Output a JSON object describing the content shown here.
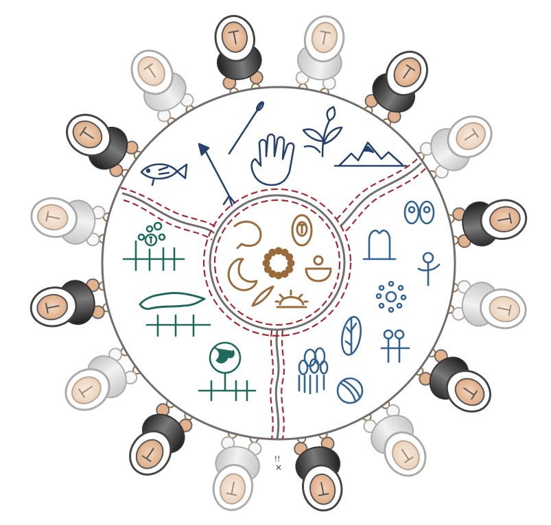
{
  "diagram": {
    "colors": {
      "outline": "#6e6e6e",
      "background": "#ffffff",
      "river_dash": "#a3282e",
      "navy": "#26436b",
      "teal": "#1f6a5d",
      "blue": "#2f6191",
      "copper": "#9a6a3a",
      "skin": "#e7b78f",
      "chain": "#9a6a3a",
      "dark_figure": "#3a3a3a",
      "light_figure": "#bdbdbd"
    },
    "figures": {
      "count": 16,
      "pattern": [
        "dark",
        "light",
        "dark",
        "light"
      ]
    },
    "sections": [
      {
        "id": "top",
        "icons": [
          "fish-icon",
          "arrow-icon",
          "needle-icon",
          "hand-icon",
          "plant-icon",
          "mountain-icon"
        ]
      },
      {
        "id": "left",
        "icons": [
          "family-tree-icon",
          "land-icon",
          "globe-icon"
        ]
      },
      {
        "id": "right",
        "icons": [
          "horseshoe-icon",
          "egg-pair-icon",
          "person-icon",
          "circle-family-icon",
          "feather-icon",
          "tree-pair-icon",
          "people-group-icon",
          "ball-icon"
        ]
      },
      {
        "id": "center",
        "icons": [
          "hook-icon",
          "egg-icon",
          "moon-icon",
          "ring-icon",
          "bowl-icon",
          "feather-small-icon",
          "sunrise-icon"
        ]
      }
    ],
    "bottom_mark": [
      "!!",
      "×"
    ]
  }
}
